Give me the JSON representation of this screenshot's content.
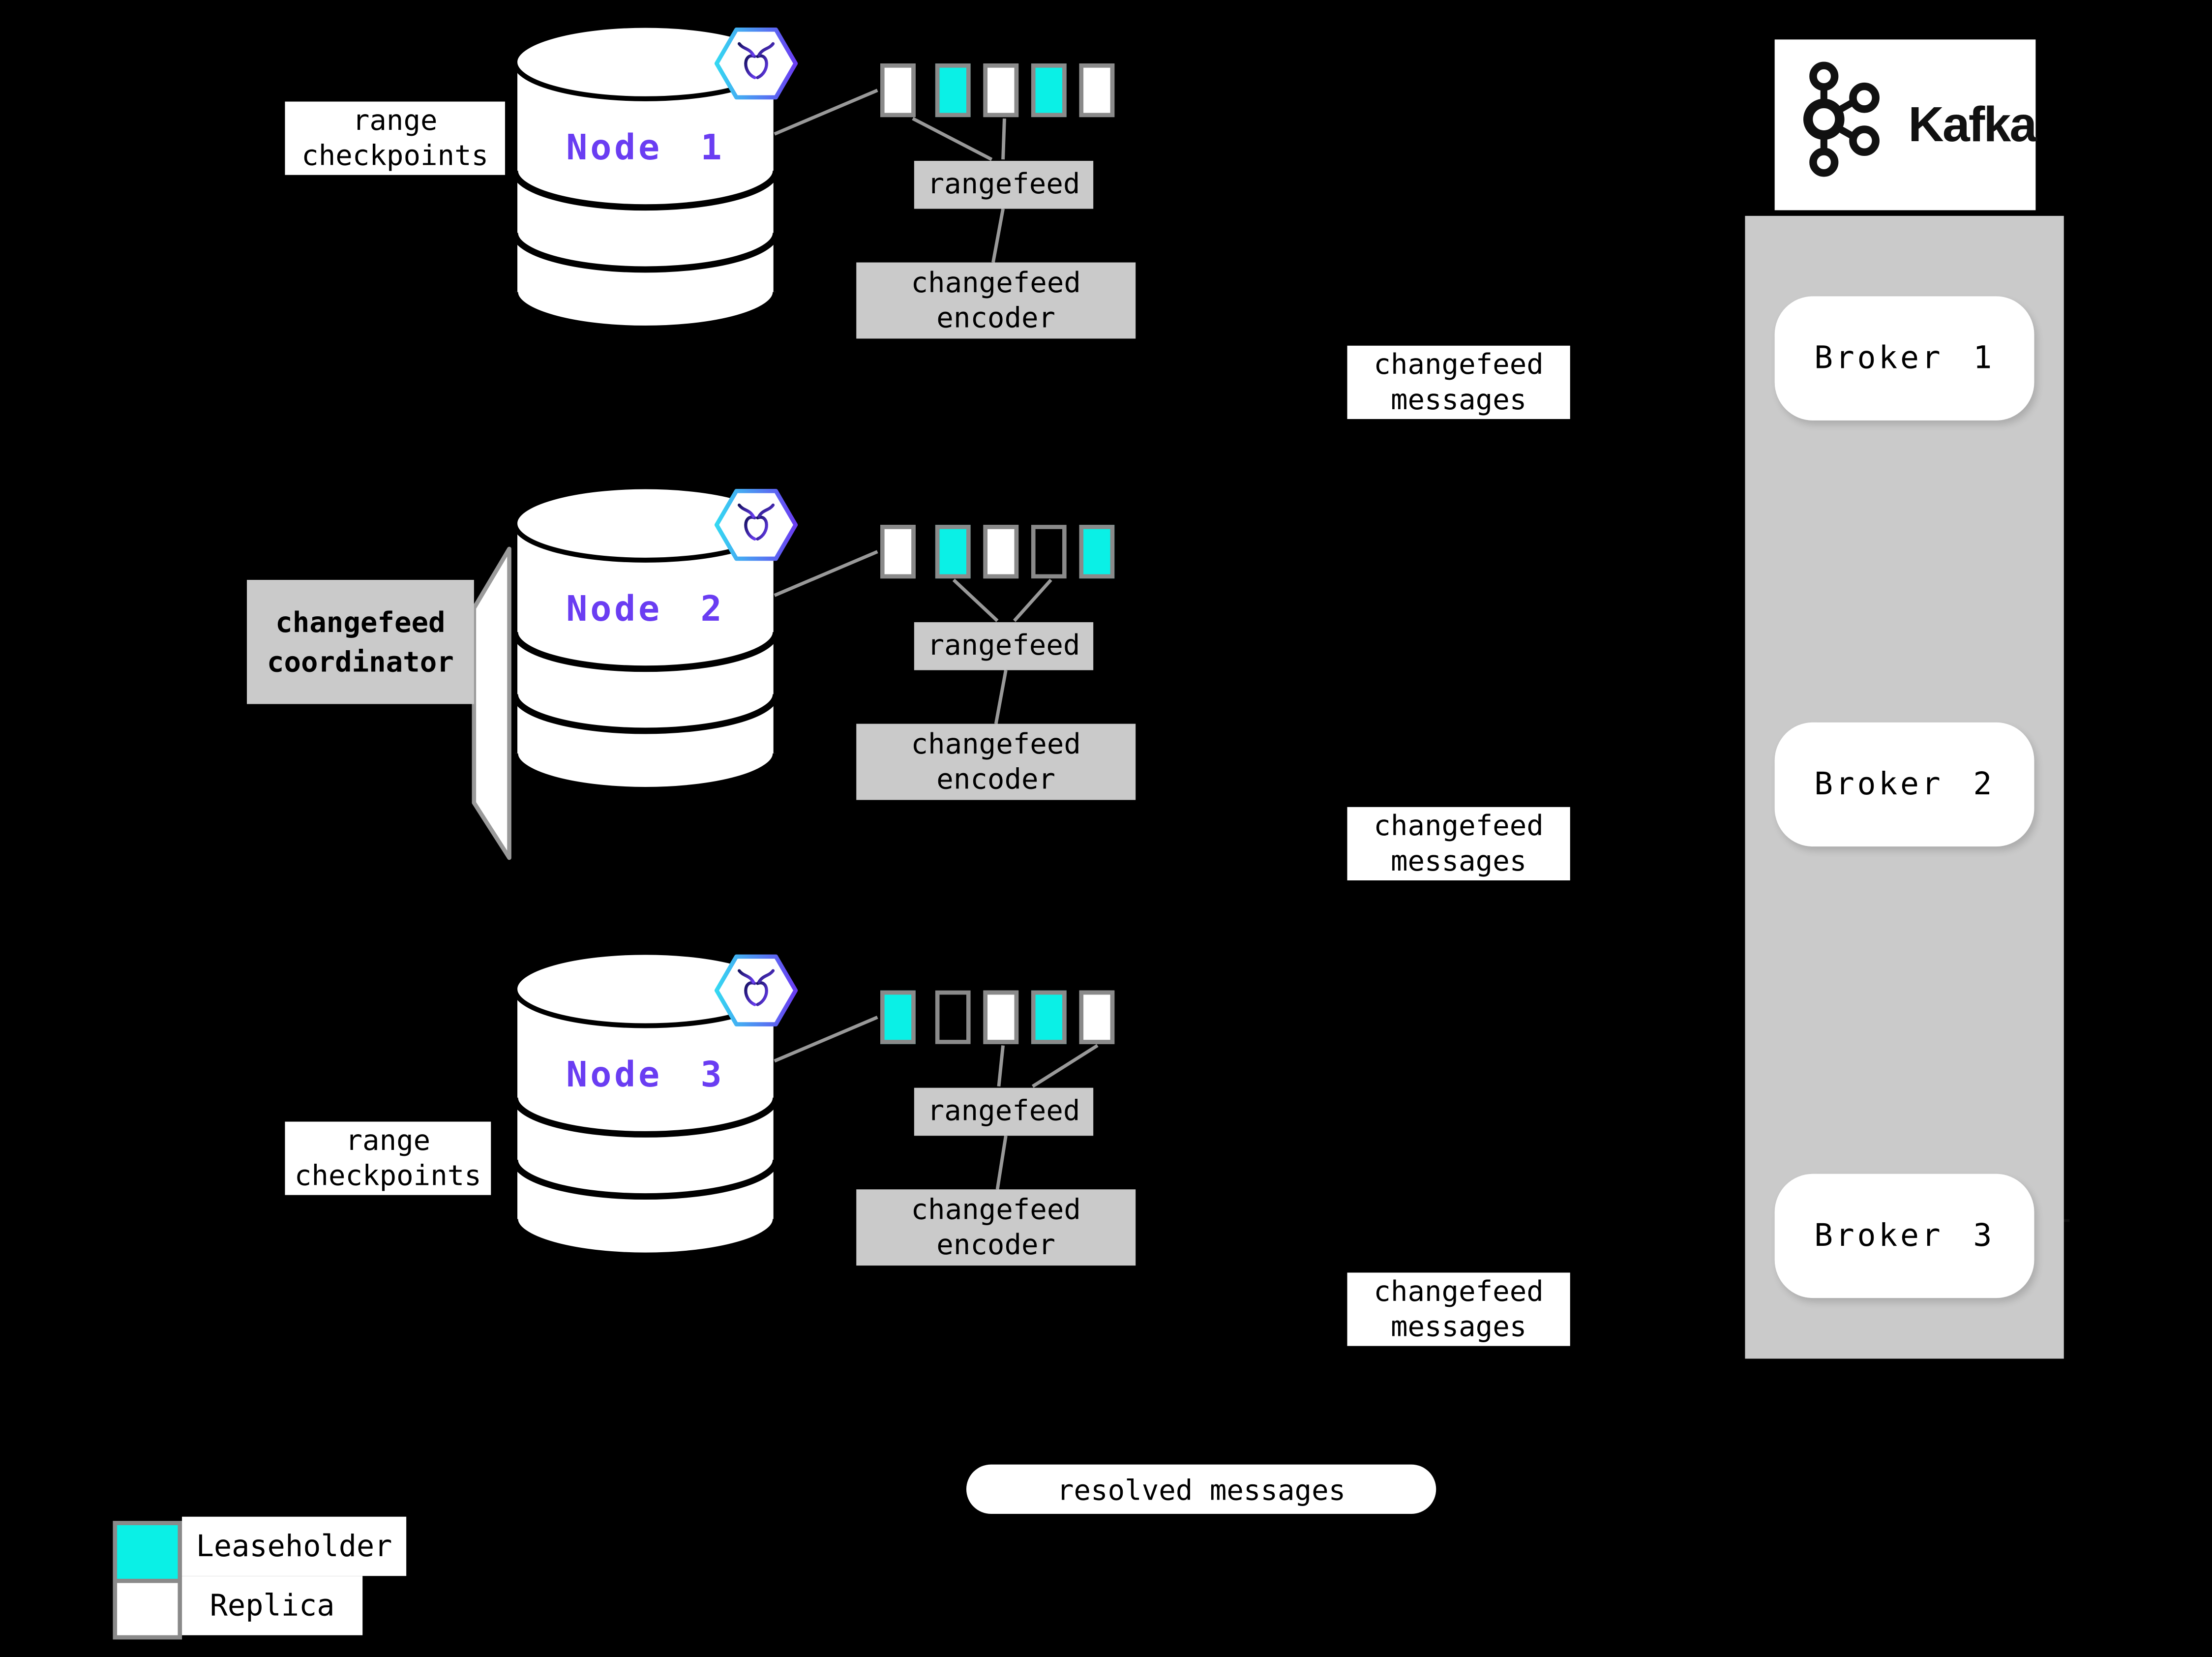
{
  "colors": {
    "leaseholder_cyan": "#0af0e6",
    "box_gray": "#cacaca",
    "node_purple": "#6a3df2",
    "swatch_border_gray": "#8a8a8a",
    "background": "#000000"
  },
  "nodes": [
    {
      "label": "Node 1",
      "ranges": [
        "replica",
        "leaseholder",
        "replica",
        "leaseholder",
        "replica"
      ],
      "side_label": {
        "line1": "range",
        "line2": "checkpoints"
      }
    },
    {
      "label": "Node 2",
      "ranges": [
        "replica",
        "leaseholder",
        "replica",
        "empty",
        "leaseholder"
      ],
      "side_label": {
        "line1": "changefeed",
        "line2": "coordinator"
      }
    },
    {
      "label": "Node 3",
      "ranges": [
        "leaseholder",
        "empty",
        "replica",
        "leaseholder",
        "replica"
      ],
      "side_label": {
        "line1": "range",
        "line2": "checkpoints"
      }
    }
  ],
  "pipeline": {
    "rangefeed": "rangefeed",
    "encoder": {
      "line1": "changefeed",
      "line2": "encoder"
    },
    "messages": {
      "line1": "changefeed",
      "line2": "messages"
    }
  },
  "kafka": {
    "wordmark": "Kafka",
    "brokers": [
      {
        "label": "Broker 1"
      },
      {
        "label": "Broker 2"
      },
      {
        "label": "Broker 3"
      }
    ]
  },
  "resolved_pill": "resolved messages",
  "legend": {
    "leaseholder": "Leaseholder",
    "replica": "Replica"
  }
}
